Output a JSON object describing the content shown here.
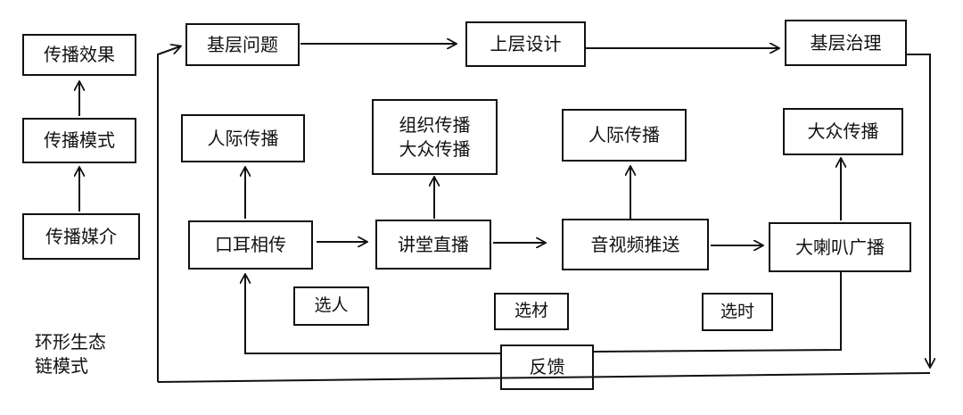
{
  "left_column": {
    "effect": "传播效果",
    "mode": "传播模式",
    "media": "传播媒介",
    "ecology": "环形生态\n链模式"
  },
  "top_row": {
    "grassroots_problem": "基层问题",
    "upper_design": "上层设计",
    "grassroots_governance": "基层治理"
  },
  "upper_nodes": {
    "interpersonal_1": "人际传播",
    "organized_mass": "组织传播\n大众传播",
    "interpersonal_2": "人际传播",
    "mass": "大众传播"
  },
  "middle_nodes": {
    "word_of_mouth": "口耳相传",
    "lecture_broadcast": "讲堂直播",
    "audio_video_push": "音视频推送",
    "loudspeaker": "大喇叭广播"
  },
  "selection_labels": {
    "choose_people": "选人",
    "choose_material": "选材",
    "choose_time": "选时"
  },
  "feedback": "反馈",
  "colors": {
    "line": "#111111",
    "background": "#ffffff"
  }
}
